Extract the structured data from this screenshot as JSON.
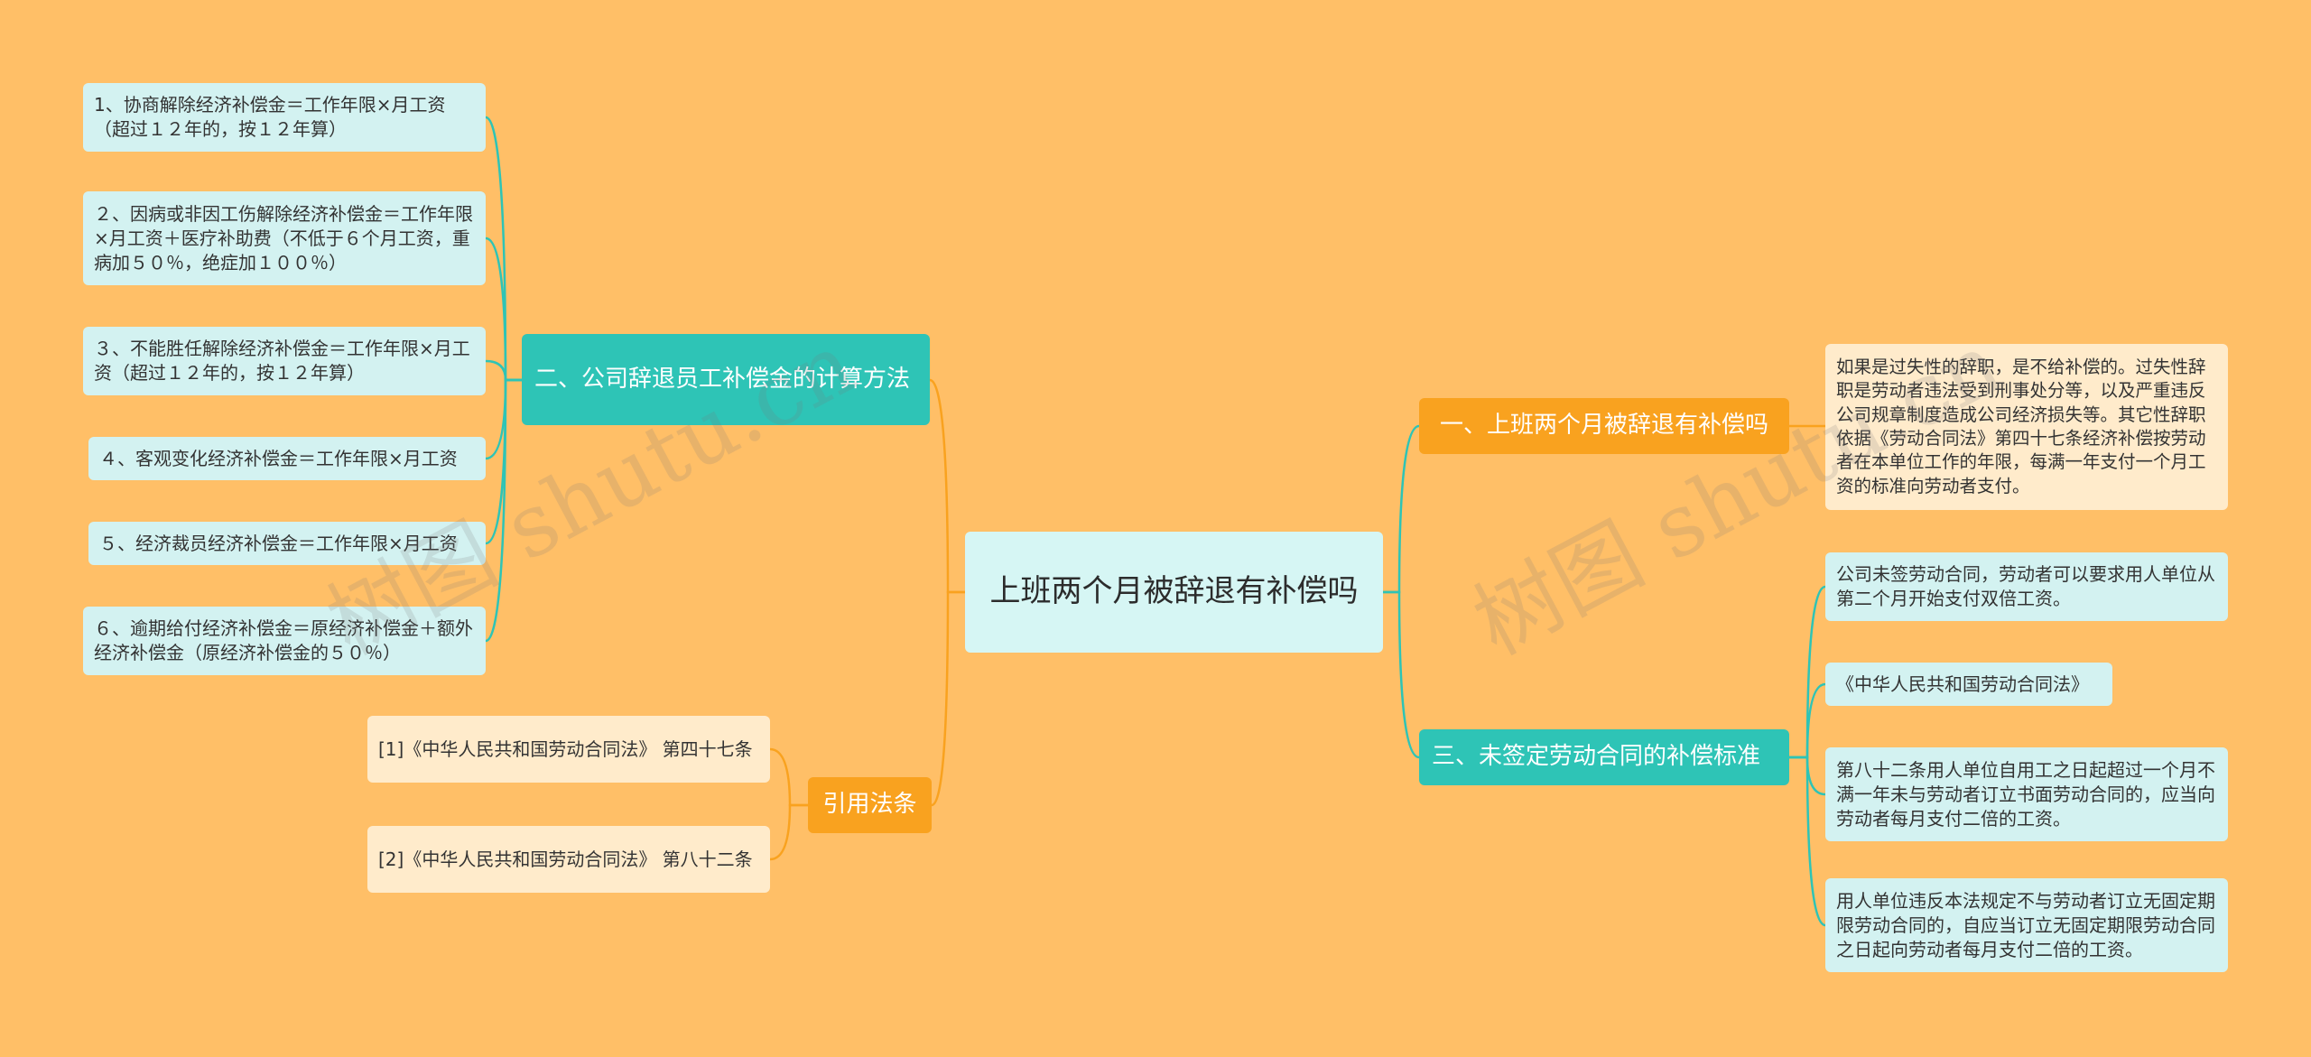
{
  "colors": {
    "background": "#FFBF67",
    "teal": "#2EC4B6",
    "orange": "#F9A21F",
    "leaf_cyan": "#D3F2F1",
    "leaf_cream": "#FFEBCB",
    "root_fill": "#D6F6F4"
  },
  "root": {
    "label": "上班两个月被辞退有补偿吗"
  },
  "left": {
    "calc_branch": {
      "label": "二、公司辞退员工补偿金的计算方法",
      "items": [
        "1、协商解除经济补偿金＝工作年限×月工资（超过１２年的，按１２年算）",
        "２、因病或非因工伤解除经济补偿金＝工作年限×月工资＋医疗补助费（不低于６个月工资，重病加５０％，绝症加１００％）",
        "３、不能胜任解除经济补偿金＝工作年限×月工资（超过１２年的，按１２年算）",
        "４、客观变化经济补偿金＝工作年限×月工资",
        "５、经济裁员经济补偿金＝工作年限×月工资",
        "６、逾期给付经济补偿金＝原经济补偿金＋额外经济补偿金（原经济补偿金的５０％）"
      ]
    },
    "ref_branch": {
      "label": "引用法条",
      "items": [
        "[1]《中华人民共和国劳动合同法》 第四十七条",
        "[2]《中华人民共和国劳动合同法》 第八十二条"
      ]
    }
  },
  "right": {
    "fired_branch": {
      "label": "一、上班两个月被辞退有补偿吗",
      "items": [
        "如果是过失性的辞职，是不给补偿的。过失性辞职是劳动者违法受到刑事处分等，以及严重违反公司规章制度造成公司经济损失等。其它性辞职依据《劳动合同法》第四十七条经济补偿按劳动者在本单位工作的年限，每满一年支付一个月工资的标准向劳动者支付。"
      ]
    },
    "contract_branch": {
      "label": "三、未签定劳动合同的补偿标准",
      "items": [
        "公司未签劳动合同，劳动者可以要求用人单位从第二个月开始支付双倍工资。",
        "《中华人民共和国劳动合同法》",
        "第八十二条用人单位自用工之日起超过一个月不满一年未与劳动者订立书面劳动合同的，应当向劳动者每月支付二倍的工资。",
        "用人单位违反本法规定不与劳动者订立无固定期限劳动合同的，自应当订立无固定期限劳动合同之日起向劳动者每月支付二倍的工资。"
      ]
    }
  },
  "watermarks": [
    "树图 shutu.cn",
    "树图 shutu.cn"
  ]
}
